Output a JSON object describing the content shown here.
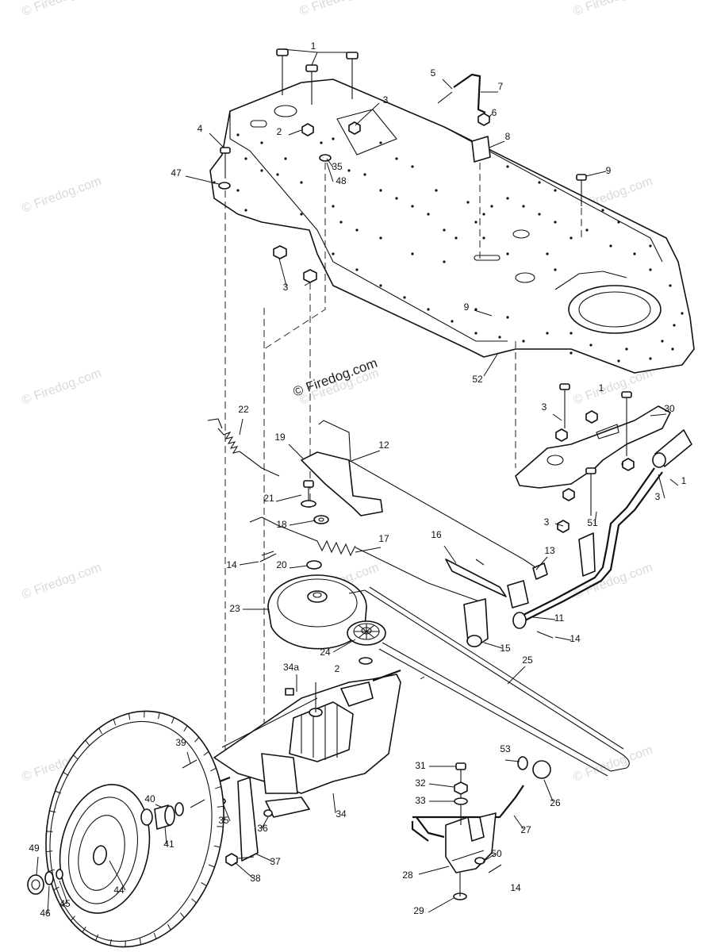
{
  "copyright": "© Firedog.com",
  "watermarks": [
    "© Firedog.com",
    "© Firedog.com",
    "© Firedog.com",
    "© Firedog.com",
    "© Firedog.com",
    "© Firedog.com",
    "© Firedog.com",
    "© Firedog.com",
    "© Firedog.com",
    "© Firedog.com",
    "© Firedog.com",
    "© Firedog.com",
    "© Firedog.com",
    "© Firedog.com",
    "© Firedog.com"
  ],
  "callouts": [
    {
      "name": "1",
      "label": "1"
    },
    {
      "name": "1b",
      "label": "1"
    },
    {
      "name": "1c",
      "label": "1"
    },
    {
      "name": "2",
      "label": "2"
    },
    {
      "name": "2b",
      "label": "2"
    },
    {
      "name": "3",
      "label": "3"
    },
    {
      "name": "3b",
      "label": "3"
    },
    {
      "name": "3c",
      "label": "3"
    },
    {
      "name": "3d",
      "label": "3"
    },
    {
      "name": "3e",
      "label": "3"
    },
    {
      "name": "4",
      "label": "4"
    },
    {
      "name": "5",
      "label": "5"
    },
    {
      "name": "6",
      "label": "6"
    },
    {
      "name": "7",
      "label": "7"
    },
    {
      "name": "8",
      "label": "8"
    },
    {
      "name": "9",
      "label": "9"
    },
    {
      "name": "9b",
      "label": "9"
    },
    {
      "name": "11",
      "label": "11"
    },
    {
      "name": "12",
      "label": "12"
    },
    {
      "name": "13",
      "label": "13"
    },
    {
      "name": "14",
      "label": "14"
    },
    {
      "name": "14b",
      "label": "14"
    },
    {
      "name": "14c",
      "label": "14"
    },
    {
      "name": "15",
      "label": "15"
    },
    {
      "name": "16",
      "label": "16"
    },
    {
      "name": "17",
      "label": "17"
    },
    {
      "name": "18",
      "label": "18"
    },
    {
      "name": "19",
      "label": "19"
    },
    {
      "name": "20",
      "label": "20"
    },
    {
      "name": "21",
      "label": "21"
    },
    {
      "name": "22",
      "label": "22"
    },
    {
      "name": "23",
      "label": "23"
    },
    {
      "name": "24",
      "label": "24"
    },
    {
      "name": "25",
      "label": "25"
    },
    {
      "name": "26",
      "label": "26"
    },
    {
      "name": "27",
      "label": "27"
    },
    {
      "name": "28",
      "label": "28"
    },
    {
      "name": "29",
      "label": "29"
    },
    {
      "name": "30",
      "label": "30"
    },
    {
      "name": "31",
      "label": "31"
    },
    {
      "name": "32",
      "label": "32"
    },
    {
      "name": "33",
      "label": "33"
    },
    {
      "name": "34",
      "label": "34"
    },
    {
      "name": "34a",
      "label": "34a"
    },
    {
      "name": "35",
      "label": "35"
    },
    {
      "name": "35b",
      "label": "35"
    },
    {
      "name": "36",
      "label": "36"
    },
    {
      "name": "37",
      "label": "37"
    },
    {
      "name": "38",
      "label": "38"
    },
    {
      "name": "39",
      "label": "39"
    },
    {
      "name": "40",
      "label": "40"
    },
    {
      "name": "41",
      "label": "41"
    },
    {
      "name": "44",
      "label": "44"
    },
    {
      "name": "45",
      "label": "45"
    },
    {
      "name": "46",
      "label": "46"
    },
    {
      "name": "47",
      "label": "47"
    },
    {
      "name": "48",
      "label": "48"
    },
    {
      "name": "49",
      "label": "49"
    },
    {
      "name": "50",
      "label": "50"
    },
    {
      "name": "51",
      "label": "51"
    },
    {
      "name": "52",
      "label": "52"
    },
    {
      "name": "53",
      "label": "53"
    }
  ]
}
